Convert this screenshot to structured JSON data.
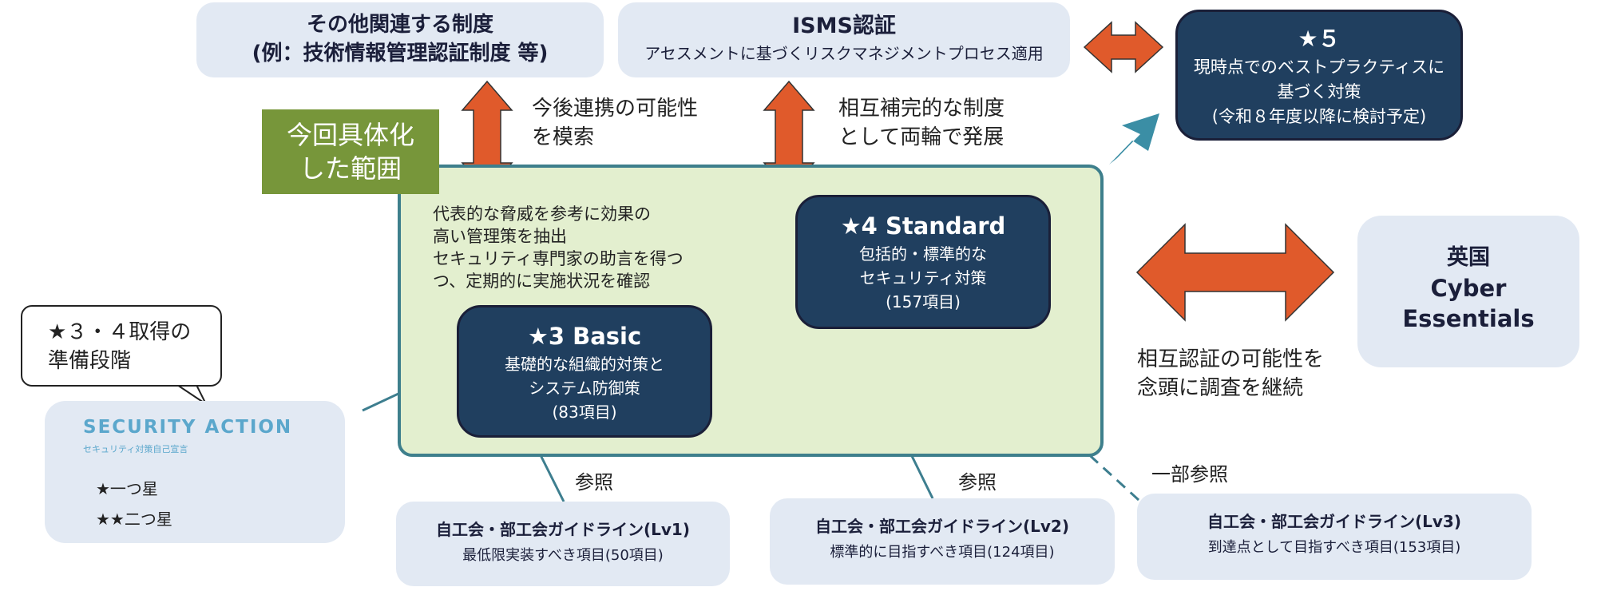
{
  "top_boxes": {
    "other": {
      "line1": "その他関連する制度",
      "line2": "(例：技術情報管理認証制度 等)"
    },
    "isms": {
      "title": "ISMS認証",
      "subtitle": "アセスメントに基づくリスクマネジメントプロセス適用"
    },
    "star5": {
      "title": "★５",
      "line1": "現時点でのベストプラクティスに",
      "line2": "基づく対策",
      "line3": "(令和８年度以降に検討予定)"
    }
  },
  "arrow_labels": {
    "explore": {
      "line1": "今後連携の可能性",
      "line2": "を模索"
    },
    "complement": {
      "line1": "相互補完的な制度",
      "line2": "として両輪で発展"
    },
    "mutual": {
      "line1": "相互認証の可能性を",
      "line2": "念頭に調査を継続"
    }
  },
  "scope_tag": {
    "line1": "今回具体化",
    "line2": "した範囲"
  },
  "scope_description": [
    "代表的な脅威を参考に効果の",
    "高い管理策を抽出",
    "セキュリティ専門家の助言を得つ",
    "つ、定期的に実施状況を確認"
  ],
  "star3": {
    "title": "★3 Basic",
    "line1": "基礎的な組織的対策と",
    "line2": "システム防御策",
    "line3": "(83項目)"
  },
  "star4": {
    "title": "★4 Standard",
    "line1": "包括的・標準的な",
    "line2": "セキュリティ対策",
    "line3": "(157項目)"
  },
  "uk_box": {
    "line1": "英国",
    "line2": "Cyber",
    "line3": "Essentials"
  },
  "callout": {
    "line1": "★３・４取得の",
    "line2": "準備段階"
  },
  "security_action": {
    "title": "SECURITY ACTION",
    "subtitle": "セキュリティ対策自己宣言",
    "one_star": "★一つ星",
    "two_star": "★★二つ星"
  },
  "reference_labels": {
    "ref1": "参照",
    "ref2": "参照",
    "partial": "一部参照"
  },
  "guidelines": [
    {
      "title": "自工会・部工会ガイドライン(Lv1)",
      "subtitle": "最低限実装すべき項目(50項目)"
    },
    {
      "title": "自工会・部工会ガイドライン(Lv2)",
      "subtitle": "標準的に目指すべき項目(124項目)"
    },
    {
      "title": "自工会・部工会ガイドライン(Lv3)",
      "subtitle": "到達点として目指すべき項目(153項目)"
    }
  ],
  "colors": {
    "navy": "#203f5f",
    "pale_blue": "#e2e9f3",
    "scope_green": "#e3efcf",
    "tag_green": "#77963a",
    "orange_arrow": "#e05a2b",
    "teal": "#3b8ea5"
  }
}
